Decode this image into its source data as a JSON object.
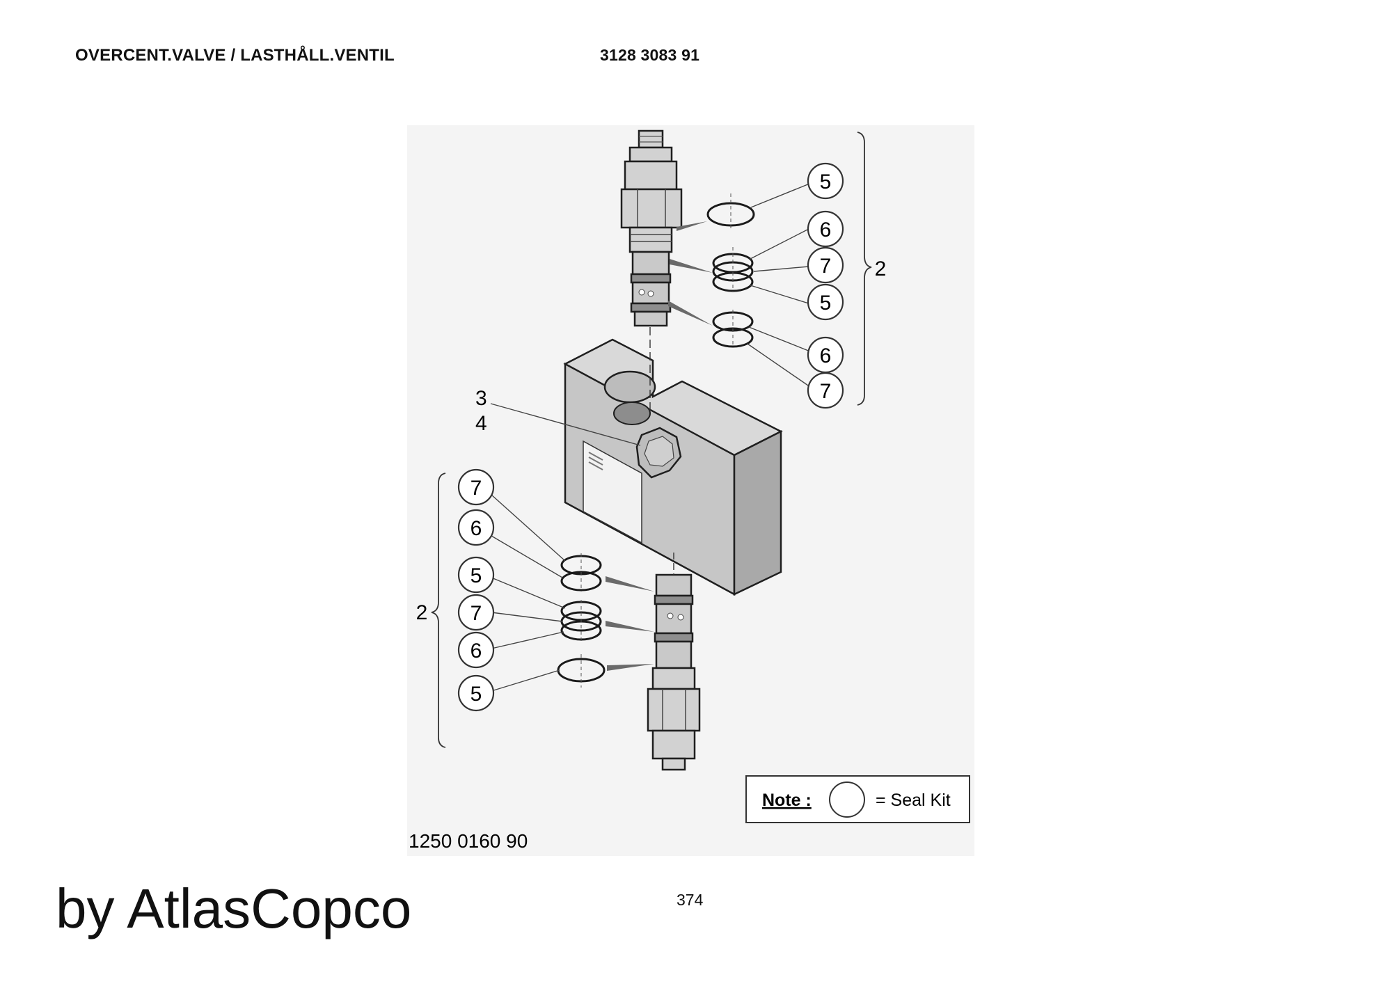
{
  "header": {
    "title": "OVERCENT.VALVE / LASTHÅLL.VENTIL",
    "part_number": "3128 3083 91"
  },
  "figure": {
    "drawing_number": "1250 0160 90",
    "top_group": {
      "callouts": [
        "5",
        "6",
        "7",
        "5",
        "6",
        "7"
      ],
      "group_label": "2"
    },
    "bottom_group": {
      "callouts": [
        "7",
        "6",
        "5",
        "7",
        "6",
        "5"
      ],
      "group_label": "2"
    },
    "block_callouts": [
      "3",
      "4"
    ],
    "note": {
      "label": "Note :",
      "text": "= Seal Kit"
    }
  },
  "footer": {
    "brand": "by AtlasCopco",
    "page_number": "374"
  },
  "colors": {
    "background": "#ffffff",
    "drawing_background": "#f4f4f4",
    "block_face": "#c6c6c6",
    "block_side": "#a9a9a9",
    "block_top": "#d9d9d9",
    "valve_body": "#d2d2d2",
    "line": "#1f1f1f"
  }
}
